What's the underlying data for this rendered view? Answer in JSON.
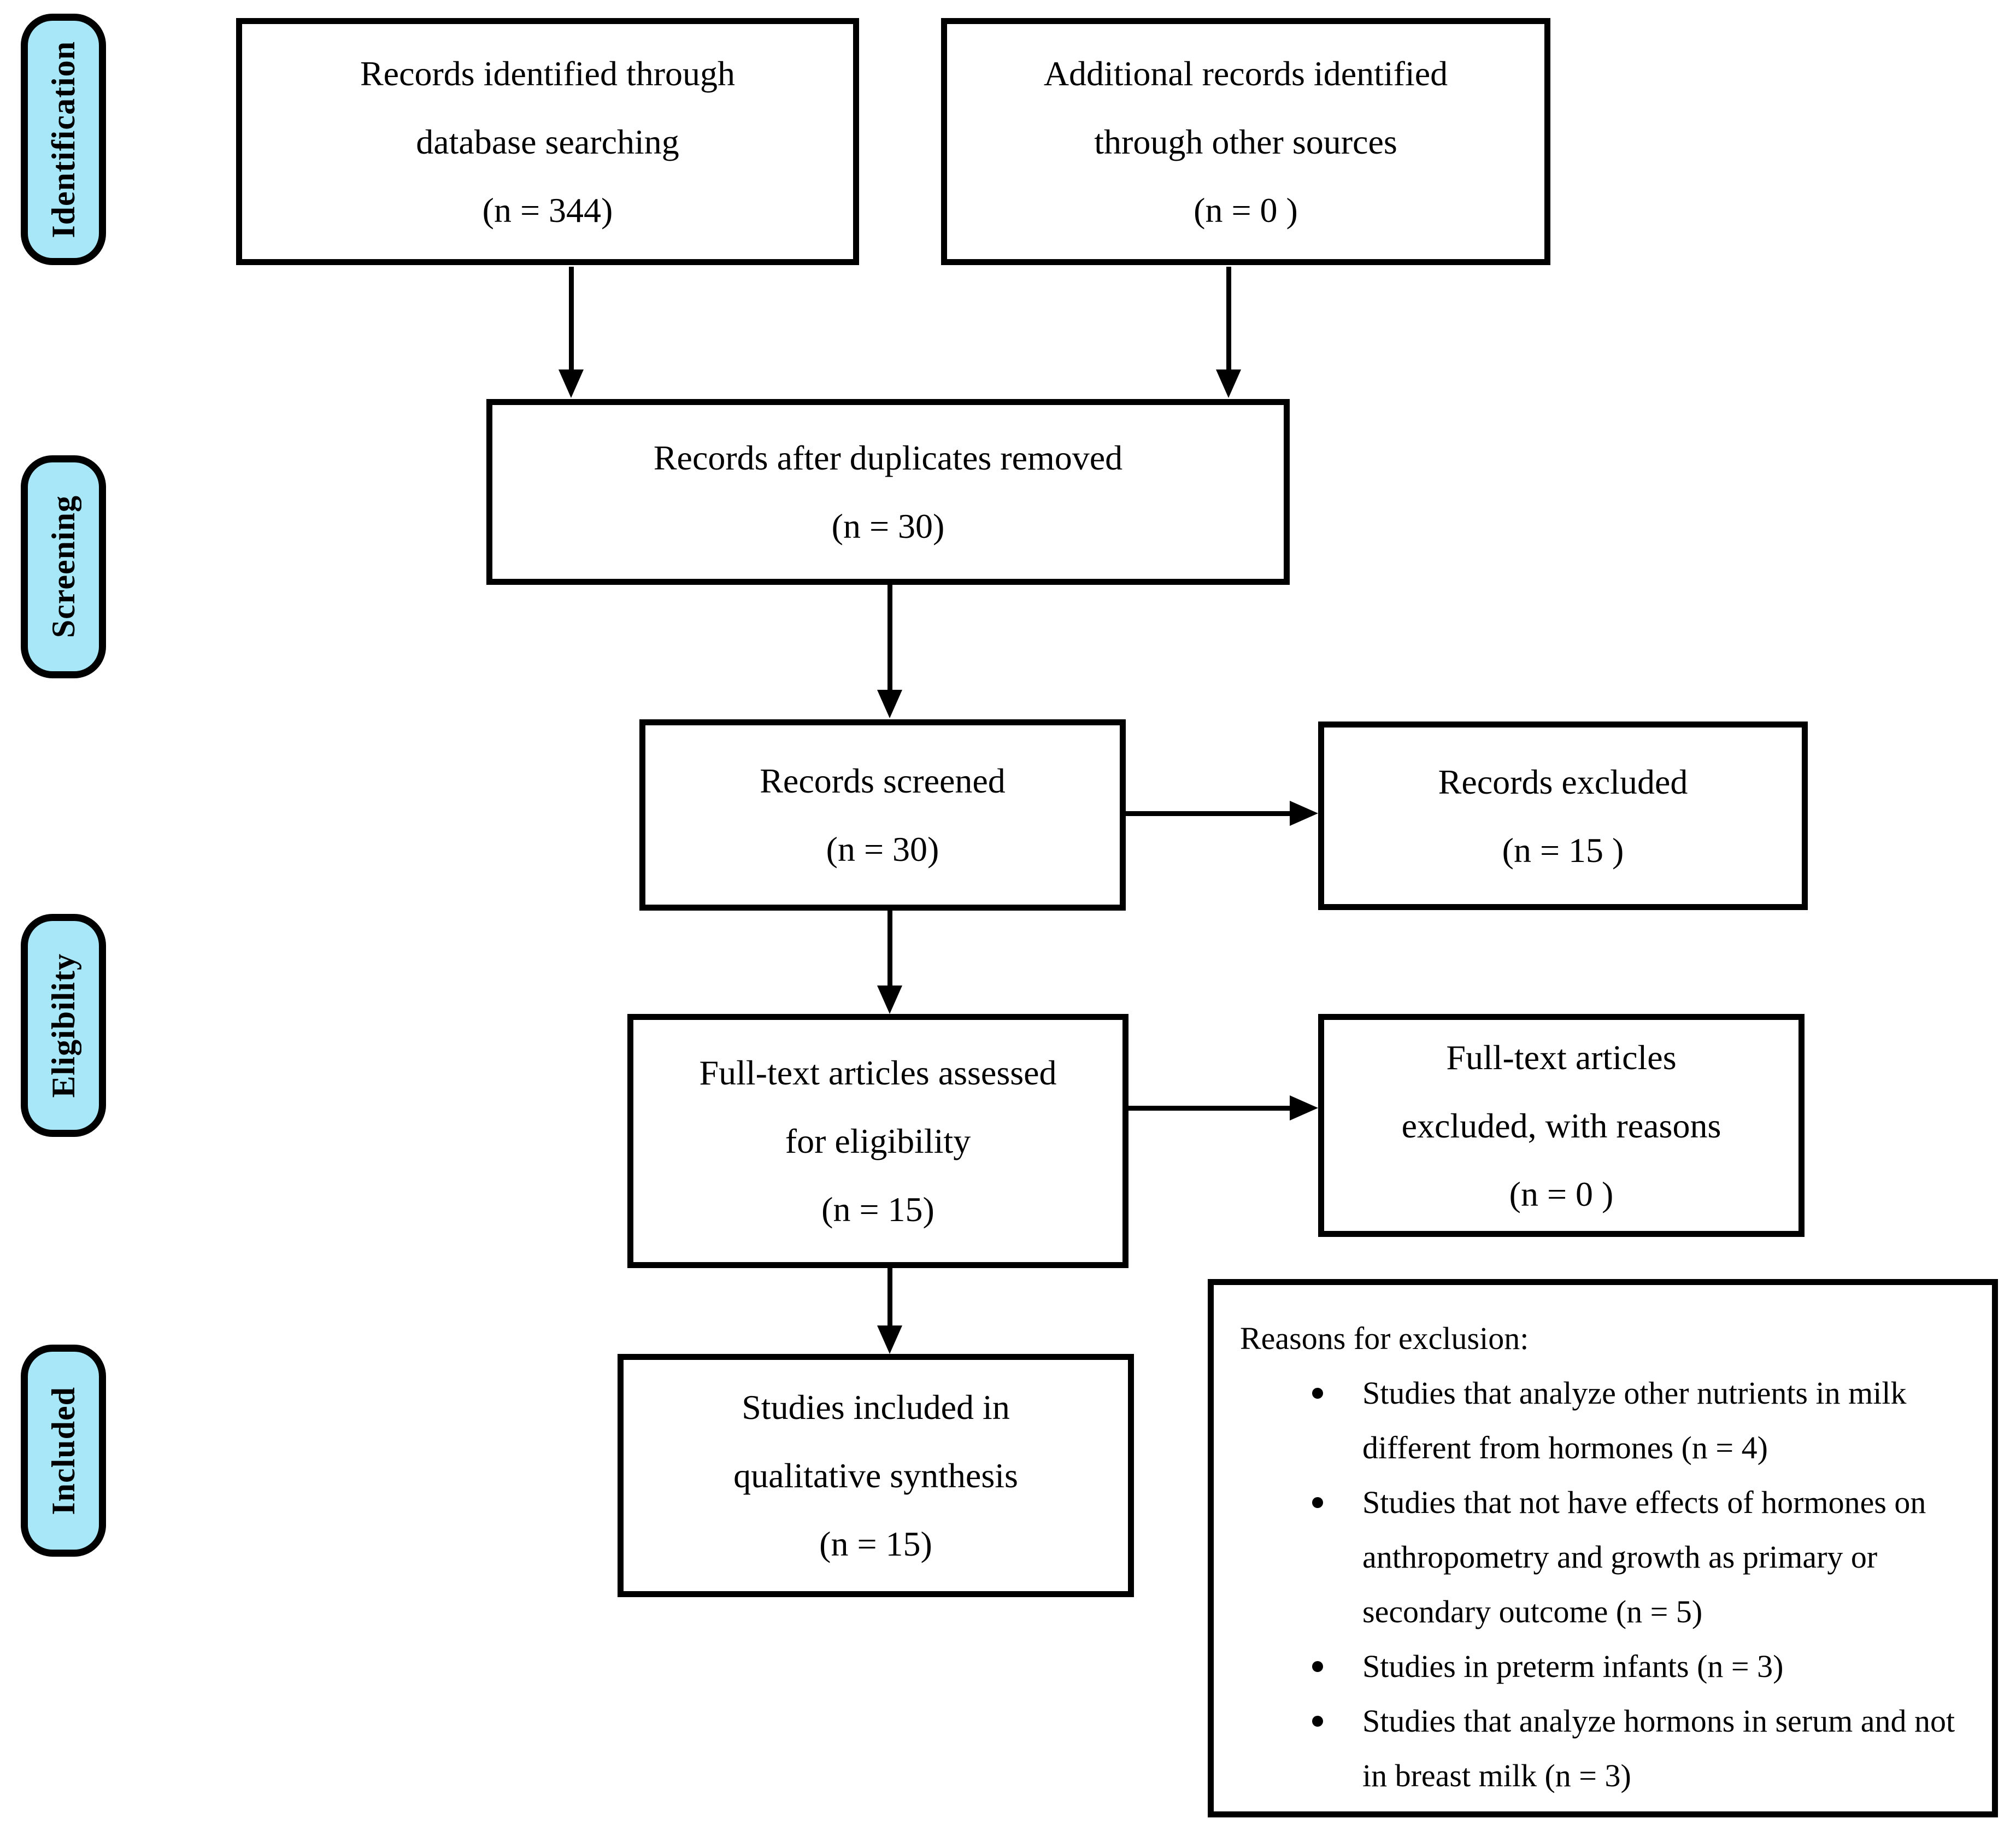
{
  "colors": {
    "stage_fill": "#a8e7f8",
    "line_color": "#000000",
    "box_fill": "#ffffff"
  },
  "stages": [
    {
      "label": "Identification"
    },
    {
      "label": "Screening"
    },
    {
      "label": "Eligibility"
    },
    {
      "label": "Included"
    }
  ],
  "boxes": {
    "records_identified": {
      "lines": [
        "Records identified through",
        "database searching",
        "(n = 344)"
      ]
    },
    "additional_records": {
      "lines": [
        "Additional records identified",
        "through other sources",
        "(n = 0 )"
      ]
    },
    "after_duplicates": {
      "lines": [
        "Records after duplicates removed",
        "(n = 30)"
      ]
    },
    "records_screened": {
      "lines": [
        "Records screened",
        "(n = 30)"
      ]
    },
    "records_excluded": {
      "lines": [
        "Records excluded",
        "(n = 15 )"
      ]
    },
    "fulltext_assessed": {
      "lines": [
        "Full-text articles assessed",
        "for eligibility",
        "(n = 15)"
      ]
    },
    "fulltext_excluded": {
      "lines": [
        "Full-text articles",
        "excluded, with reasons",
        "(n = 0 )"
      ]
    },
    "studies_included": {
      "lines": [
        "Studies included in",
        "qualitative synthesis",
        "(n = 15)"
      ]
    }
  },
  "reasons": {
    "heading": "Reasons for exclusion:",
    "items": [
      "Studies that analyze other nutrients in milk different from hormones (n = 4)",
      "Studies that not have effects of hormones on anthropometry and growth as primary or secondary outcome (n = 5)",
      "Studies in preterm infants (n = 3)",
      "Studies that analyze hormons in serum and not in breast milk (n = 3)"
    ]
  }
}
